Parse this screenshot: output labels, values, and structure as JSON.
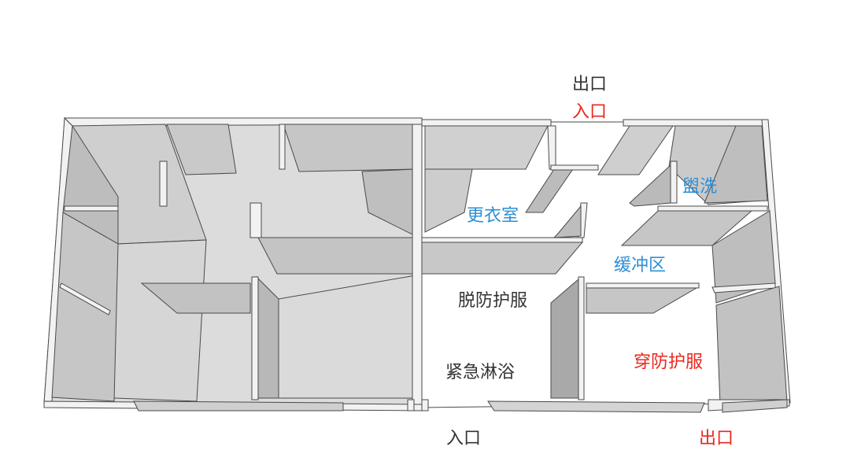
{
  "labels": {
    "top_exit": "出口",
    "top_entrance": "入口",
    "changing_room": "更衣室",
    "washroom": "盥洗",
    "buffer_zone": "缓冲区",
    "remove_ppe": "脱防护服",
    "emergency_shower": "紧急淋浴",
    "wear_ppe": "穿防护服",
    "bottom_entrance": "入口",
    "bottom_exit": "出口"
  },
  "colors": {
    "label_dark": "#333333",
    "label_red": "#e8271e",
    "label_blue": "#2d8fd5",
    "wall_top": "#f2f2f2",
    "wall_side": "#bdbdbd",
    "wall_face": "#d6d6d6",
    "floor": "#ffffff",
    "edge": "#4a4a4a"
  }
}
